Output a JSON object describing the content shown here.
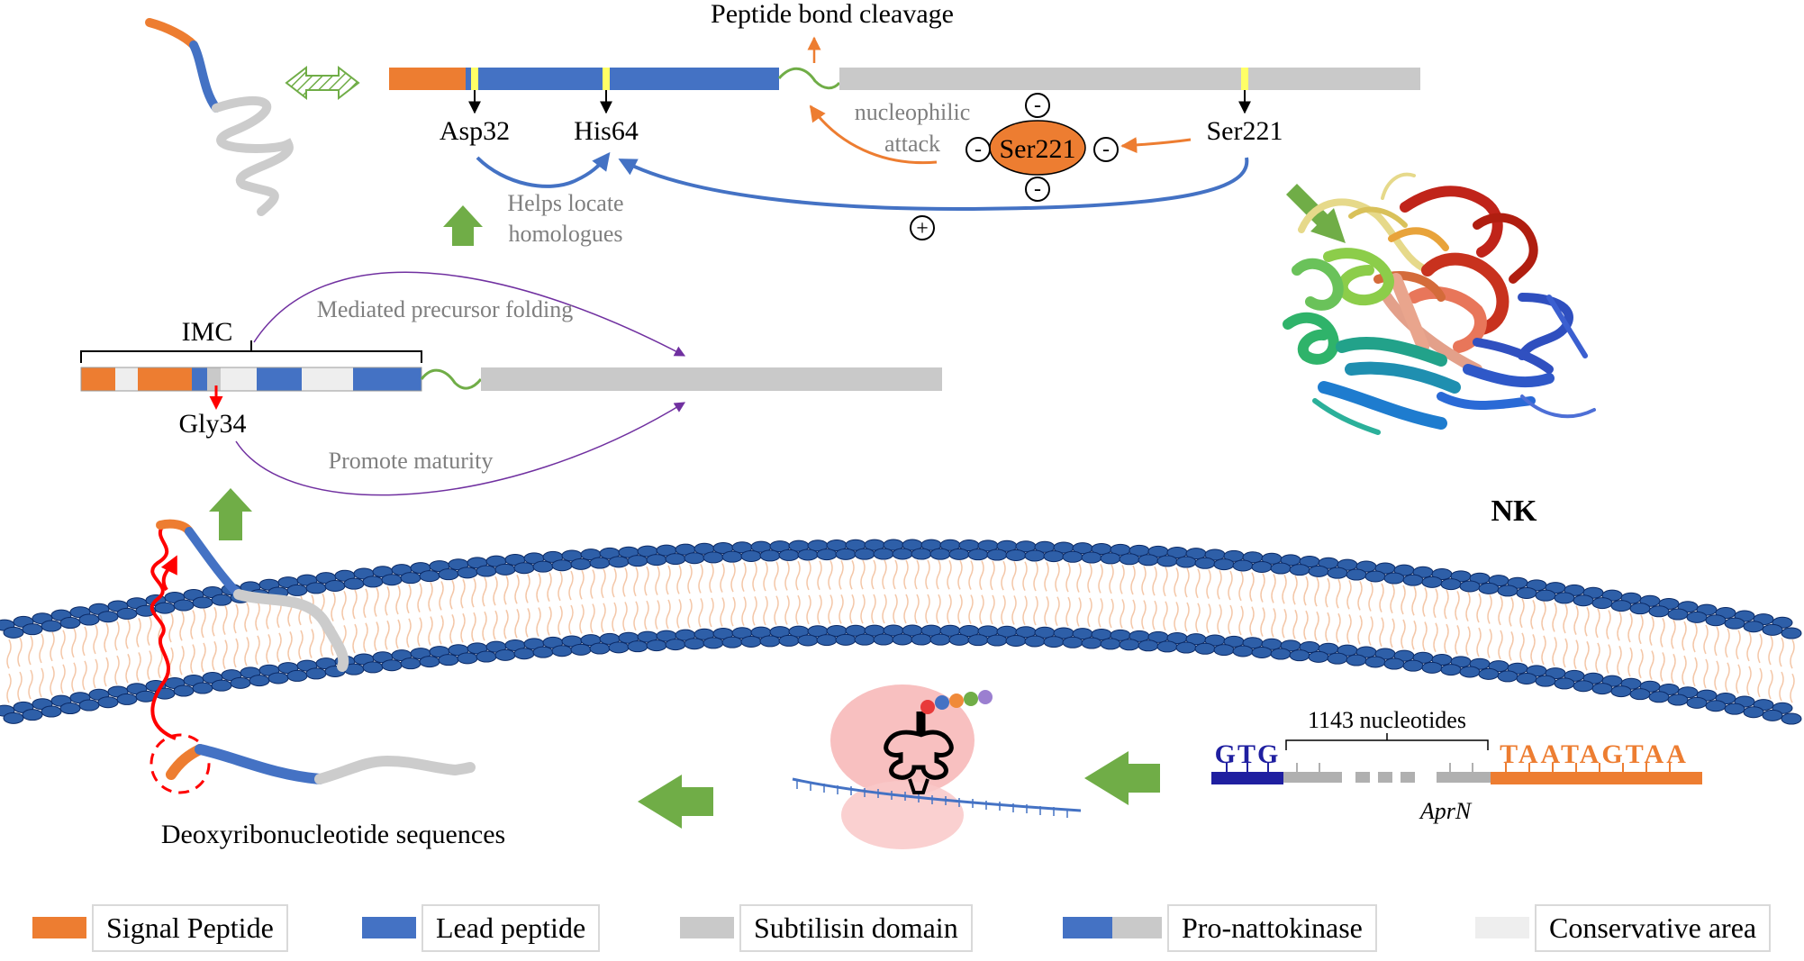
{
  "labels": {
    "peptide_bond_cleavage": "Peptide bond cleavage",
    "asp32": "Asp32",
    "his64": "His64",
    "ser221_right": "Ser221",
    "ser221_center": "Ser221",
    "nucleophilic": "nucleophilic",
    "attack": "attack",
    "helps_locate": "Helps locate",
    "homologues": "homologues",
    "imc": "IMC",
    "gly34": "Gly34",
    "mediated_folding": "Mediated precursor folding",
    "promote_maturity": "Promote maturity",
    "nk": "NK",
    "nucleotides": "1143 nucleotides",
    "start_codon": "GTG",
    "stop_codons": "TAATAGTAA",
    "gene_name": "AprN",
    "deoxy": "Deoxyribonucleotide sequences",
    "minus": "-",
    "plus": "+"
  },
  "legend": [
    {
      "label": "Signal Peptide",
      "color": "#ed7d31"
    },
    {
      "label": "Lead peptide",
      "color": "#4472c4"
    },
    {
      "label": "Subtilisin domain",
      "color": "#c9c9c9"
    },
    {
      "label": "Pro-nattokinase",
      "color": "#4472c4",
      "color2": "#c9c9c9"
    },
    {
      "label": "Conservative area",
      "color": "#eeeeee"
    }
  ],
  "colors": {
    "signal": "#ed7d31",
    "lead": "#4472c4",
    "subtilisin": "#c9c9c9",
    "conservative": "#eeeeee",
    "arrow_green": "#70ad47",
    "purple": "#7030a0",
    "membrane": "#2e5fa8",
    "start_codon": "#1f1fa0"
  }
}
